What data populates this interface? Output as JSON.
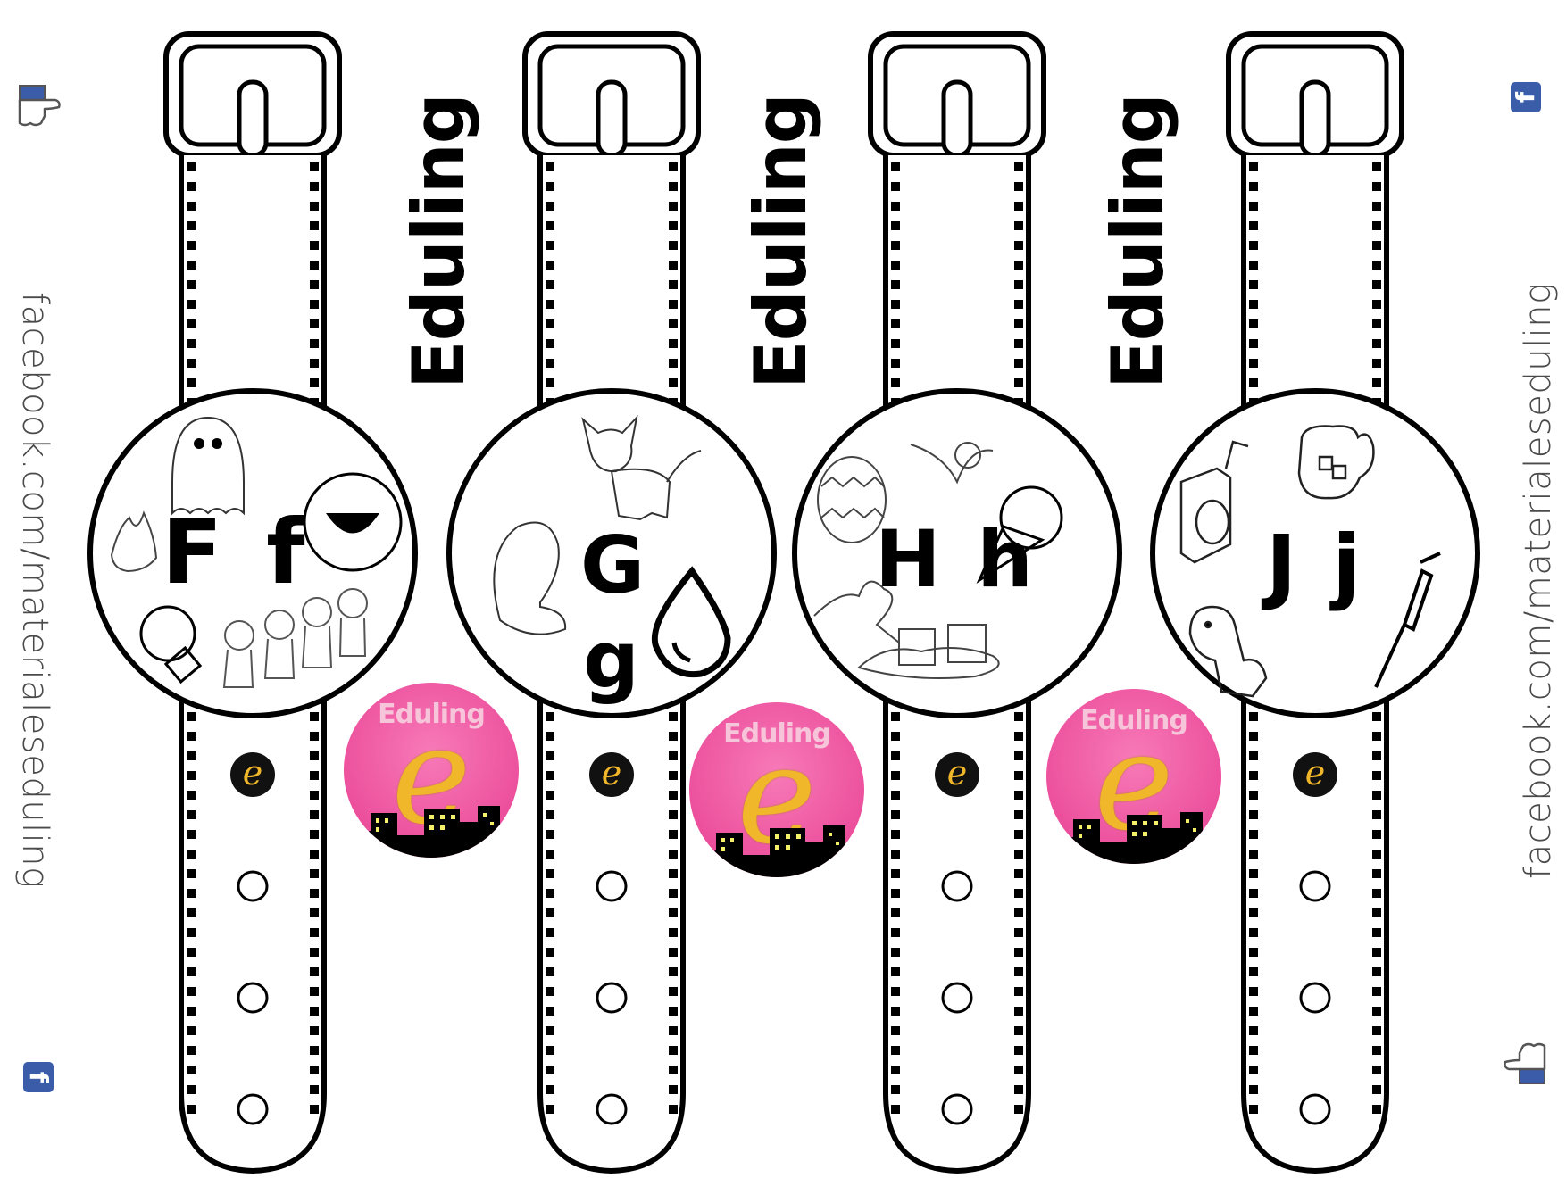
{
  "page": {
    "background": "#ffffff",
    "side_text_left": "facebook.com/materialeseduling",
    "side_text_right": "facebook.com/materialeseduling",
    "facebook_icon_glyph": "f",
    "facebook_color": "#3b5ca8"
  },
  "brand": {
    "name": "Eduling",
    "logo_letter": "e",
    "logo_pink": "#ec4f9c",
    "logo_gold": "#f1b72a"
  },
  "watches": [
    {
      "upper": "F",
      "lower": "f",
      "pictures": [
        "ghost-icon",
        "fire-icon",
        "laughing-face-icon",
        "lightbulb-icon",
        "children-group-icon"
      ]
    },
    {
      "upper": "G",
      "lower": "g",
      "pictures": [
        "cat-icon",
        "mitten-icon",
        "water-drop-icon"
      ]
    },
    {
      "upper": "H",
      "lower": "h",
      "pictures": [
        "egg-icon",
        "fairy-icon",
        "ice-cream-icon",
        "leaf-icon",
        "ice-cubes-icon"
      ]
    },
    {
      "upper": "J",
      "lower": "j",
      "pictures": [
        "juice-box-icon",
        "pitcher-icon",
        "giraffe-icon",
        "syringe-icon"
      ]
    }
  ],
  "dividers": [
    {
      "label": "Eduling"
    },
    {
      "label": "Eduling"
    },
    {
      "label": "Eduling"
    }
  ]
}
